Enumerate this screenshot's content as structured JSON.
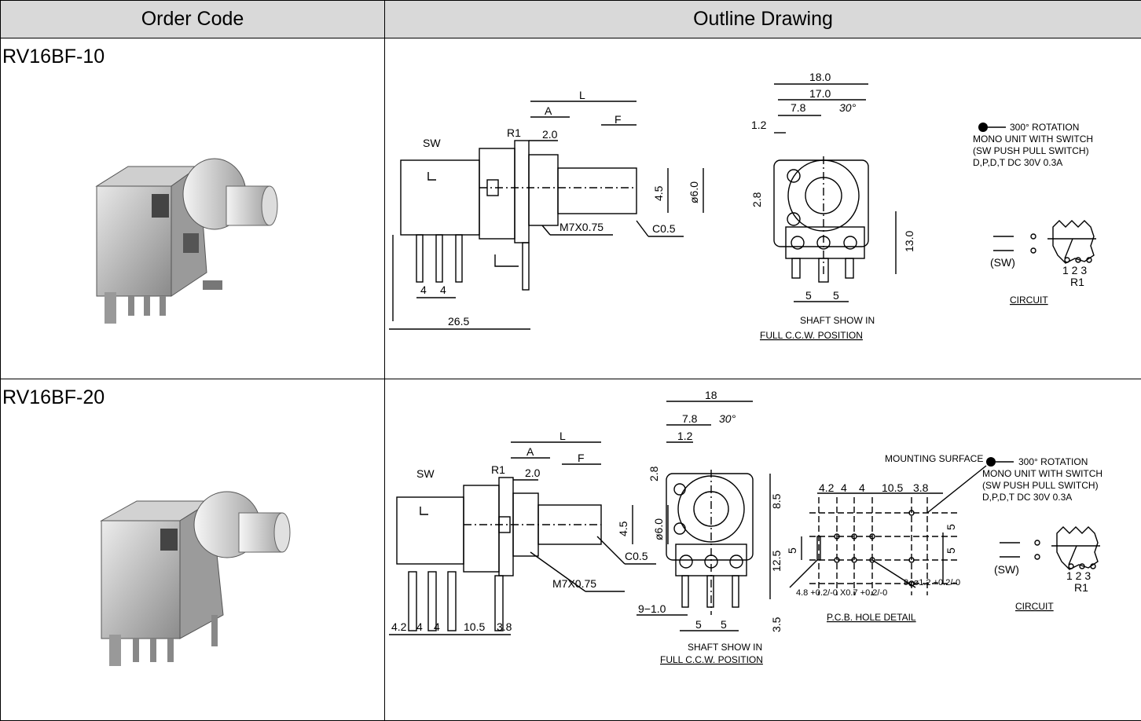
{
  "header": {
    "order_code": "Order Code",
    "outline_drawing": "Outline Drawing"
  },
  "rows": [
    {
      "code": "RV16BF-10",
      "side": {
        "L": "L",
        "A": "A",
        "F": "F",
        "R1": "R1",
        "SW": "SW",
        "d20": "2.0",
        "d45": "4.5",
        "d60": "ø6.0",
        "m7": "M7X0.75",
        "c05": "C0.5",
        "p4a": "4",
        "p4b": "4",
        "d265": "26.5"
      },
      "front": {
        "d180": "18.0",
        "d170": "17.0",
        "d78": "7.8",
        "a30": "30°",
        "d12": "1.2",
        "d28": "2.8",
        "d130": "13.0",
        "p5a": "5",
        "p5b": "5",
        "note1": "SHAFT SHOW IN",
        "note2": "FULL C.C.W. POSITION"
      },
      "circuit": {
        "l1": "300° ROTATION",
        "l2": "MONO UNIT WITH SWITCH",
        "l3": "(SW PUSH PULL SWITCH)",
        "l4": "D,P,D,T  DC 30V 0.3A",
        "pins": "1 2 3",
        "r1": "R1",
        "sw": "(SW)",
        "title": "CIRCUIT"
      }
    },
    {
      "code": "RV16BF-20",
      "side": {
        "L": "L",
        "A": "A",
        "F": "F",
        "R1": "R1",
        "SW": "SW",
        "d20": "2.0",
        "d45": "4.5",
        "d60": "ø6.0",
        "m7": "M7X0.75",
        "c05": "C0.5",
        "p42": "4.2",
        "p4a": "4",
        "p4b": "4",
        "p105": "10.5",
        "p38": "3.8"
      },
      "front": {
        "d18": "18",
        "d78": "7.8",
        "a30": "30°",
        "d12": "1.2",
        "d28": "2.8",
        "d85": "8.5",
        "d125": "12.5",
        "d35": "3.5",
        "h91": "9−1.0",
        "p5a": "5",
        "p5b": "5",
        "note1": "SHAFT SHOW IN",
        "note2": "FULL C.C.W. POSITION"
      },
      "pcb": {
        "mount": "MOUNTING SURFACE",
        "d42": "4.2",
        "d4a": "4",
        "d4b": "4",
        "d105": "10.5",
        "d38": "3.8",
        "v5a": "5",
        "v5b": "5",
        "v5c": "5",
        "slot": "4.8 +0.2/-0 X0.7 +0.2/-0",
        "hole": "9−ø1.2 +0.2/-0",
        "title": "P.C.B. HOLE DETAIL"
      },
      "circuit": {
        "l1": "300° ROTATION",
        "l2": "MONO UNIT WITH SWITCH",
        "l3": "(SW PUSH PULL SWITCH)",
        "l4": "D,P,D,T  DC 30V 0.3A",
        "pins": "1 2 3",
        "r1": "R1",
        "sw": "(SW)",
        "title": "CIRCUIT"
      }
    }
  ]
}
